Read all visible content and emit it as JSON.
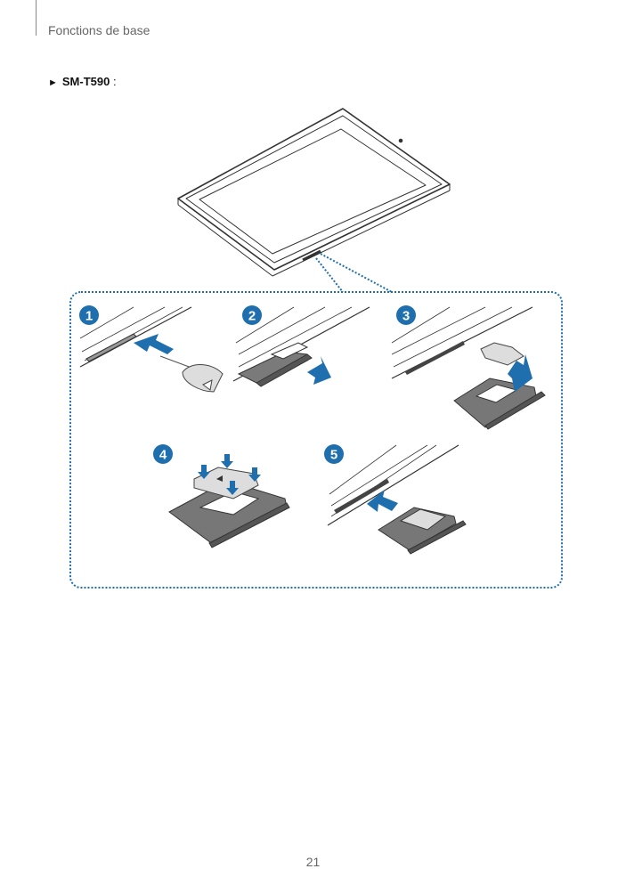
{
  "header": {
    "section_title": "Fonctions de base"
  },
  "model": {
    "marker": "►",
    "name": "SM-T590",
    "colon": ":"
  },
  "steps": [
    "1",
    "2",
    "3",
    "4",
    "5"
  ],
  "page_number": "21",
  "colors": {
    "accent": "#1f6fae",
    "tray": "#6e6e6e"
  }
}
